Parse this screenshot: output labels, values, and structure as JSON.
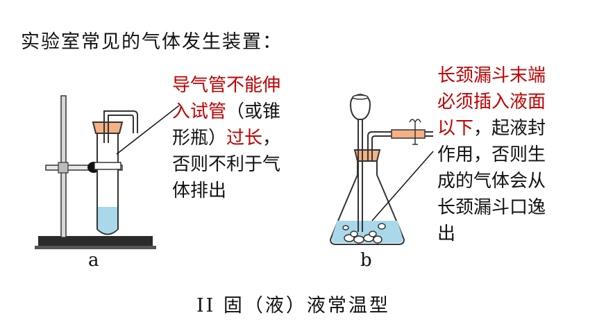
{
  "title": "实验室常见的气体发生装置：",
  "note_a": {
    "line1_red": "导气管不能伸",
    "line2_red": "入试管",
    "line2_black": "（或锥",
    "line3_black_a": "形瓶）",
    "line3_red": "过长",
    "line3_black_b": "，",
    "line4": "否则不利于气",
    "line5": "体排出"
  },
  "note_b": {
    "line1_red": "长颈漏斗末端",
    "line2_red": "必须插入液面",
    "line3_red": "以下",
    "line3_black": "，起液封",
    "line4": "作用，否则生",
    "line5": "成的气体会从",
    "line6": "长颈漏斗口逸",
    "line7": "出"
  },
  "caption_a": "a",
  "caption_b": "b",
  "footer": "II  固（液）液常温型",
  "colors": {
    "emphasis_red": "#c00000",
    "liquid_blue": "#a8d8ea",
    "stopper_orange": "#f4b183",
    "stand_black": "#222222"
  }
}
